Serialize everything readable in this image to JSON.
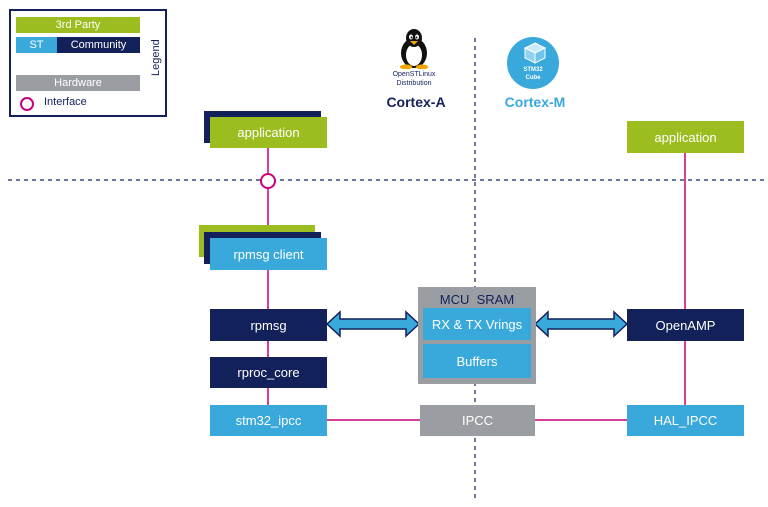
{
  "legend": {
    "title": "Legend",
    "third_party": "3rd Party",
    "st": "ST",
    "community": "Community",
    "hardware": "Hardware",
    "interface": "Interface"
  },
  "cortex_a": {
    "logo_line1": "OpenSTLinux",
    "logo_line2": "Distribution",
    "label": "Cortex-A",
    "application": "application",
    "rpmsg_client": "rpmsg client",
    "rpmsg": "rpmsg",
    "rproc_core": "rproc_core",
    "stm32_ipcc": "stm32_ipcc"
  },
  "cortex_m": {
    "logo_line1": "STM32",
    "logo_line2": "Cube",
    "label": "Cortex-M",
    "application": "application",
    "openamp": "OpenAMP",
    "hal_ipcc": "HAL_IPCC"
  },
  "shared": {
    "mcu_sram": "MCU  SRAM",
    "vrings": "RX & TX Vrings",
    "buffers": "Buffers",
    "ipcc": "IPCC"
  },
  "colors": {
    "third_party": "#9bbd1f",
    "st": "#39a9dc",
    "community": "#12215a",
    "hardware": "#9a9ea3",
    "interface": "#c8007c",
    "heading": "#12215a",
    "cortex_m_heading": "#39a9dc"
  }
}
